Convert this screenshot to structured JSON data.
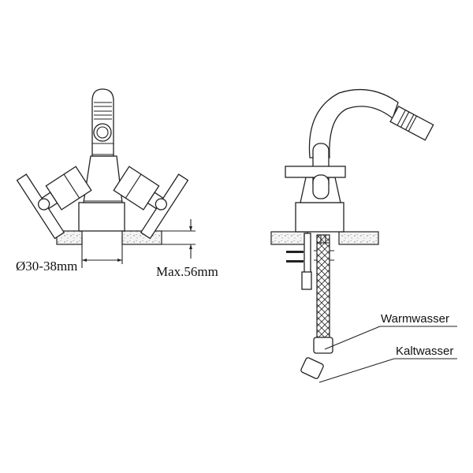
{
  "labels": {
    "hole_diameter": "Ø30-38mm",
    "max_thickness": "Max.56mm",
    "warm_water": "Warmwasser",
    "cold_water": "Kaltwasser"
  },
  "colors": {
    "line": "#222222",
    "background": "#ffffff",
    "counter_speckle": "#888888"
  }
}
